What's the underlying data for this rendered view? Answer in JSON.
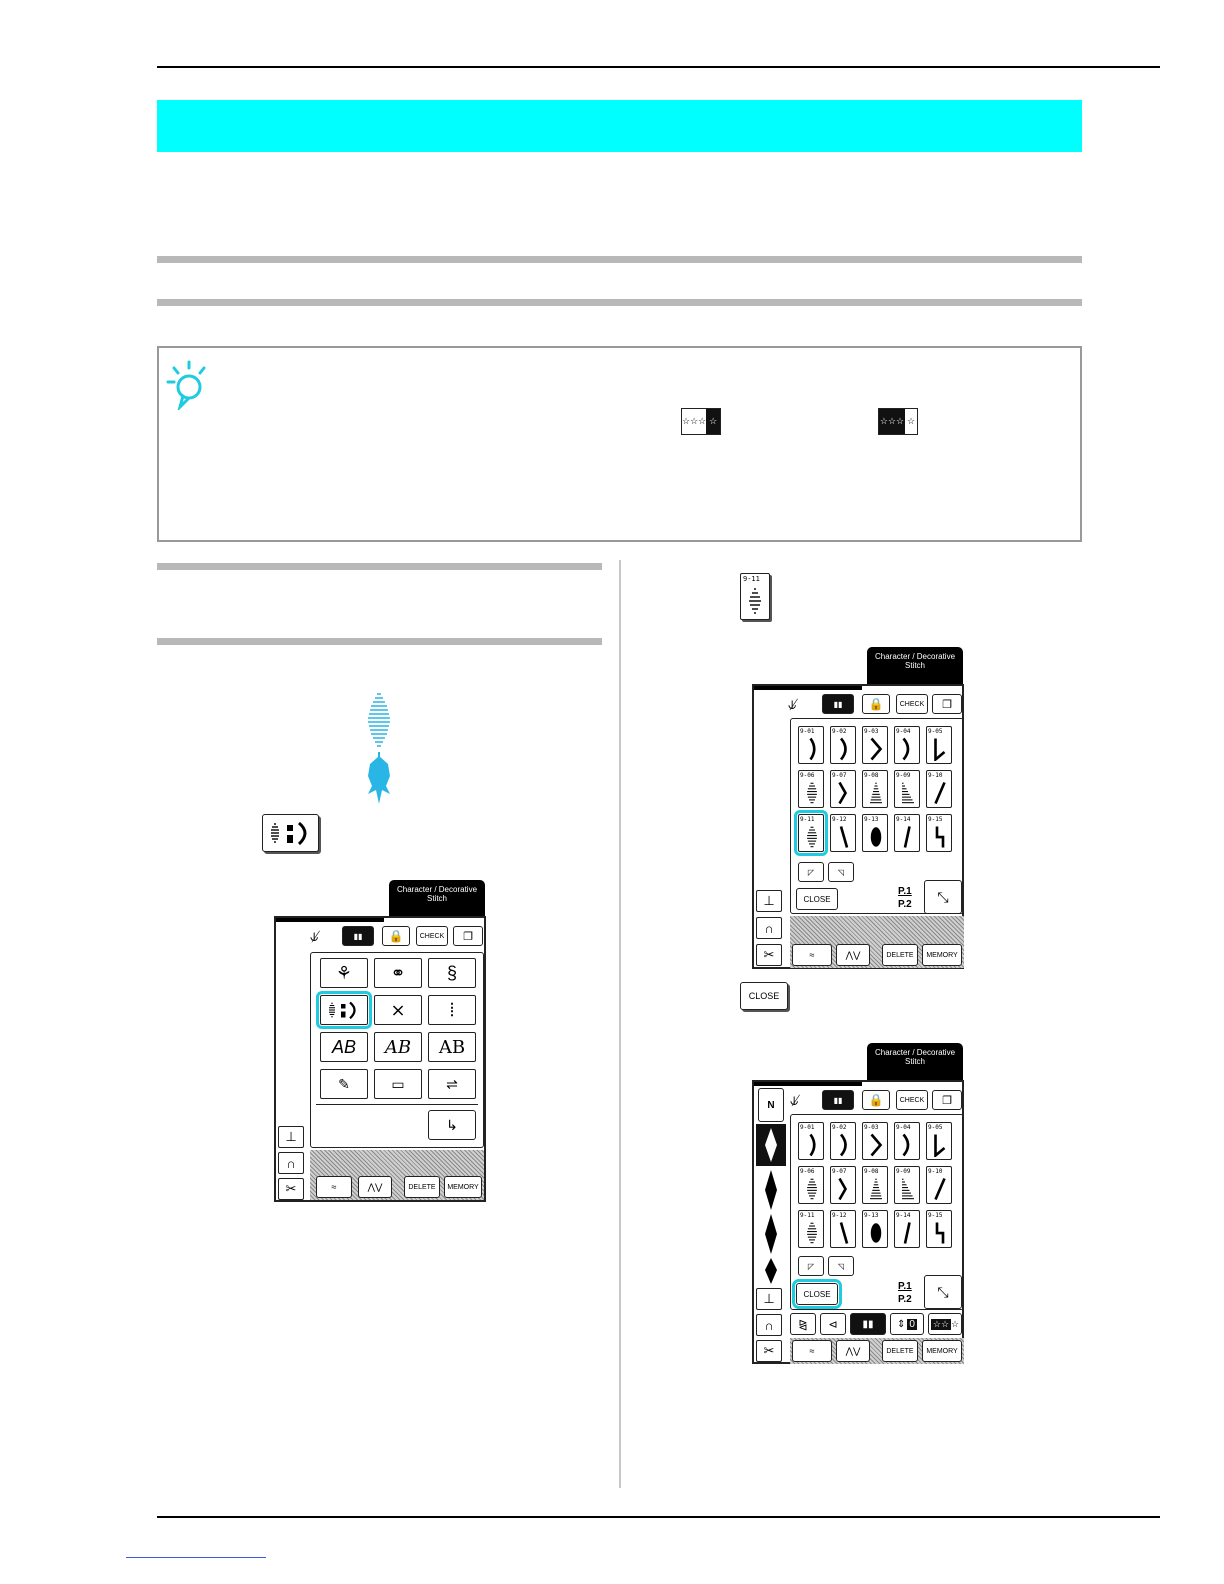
{
  "screen_left": {
    "tab_label": "Character / Decorative Stitch",
    "check_label": "CHECK",
    "delete_label": "DELETE",
    "memory_label": "MEMORY"
  },
  "screen_right_top": {
    "tab_label": "Character / Decorative Stitch",
    "check_label": "CHECK",
    "close_label": "CLOSE",
    "page_indicator_top": "P.1",
    "page_indicator_bottom": "P.2",
    "delete_label": "DELETE",
    "memory_label": "MEMORY",
    "patterns": [
      "9-01",
      "9-02",
      "9-03",
      "9-04",
      "9-05",
      "9-06",
      "9-07",
      "9-08",
      "9-09",
      "9-10",
      "9-11",
      "9-12",
      "9-13",
      "9-14",
      "9-15"
    ]
  },
  "screen_right_bottom": {
    "tab_label": "Character / Decorative Stitch",
    "check_label": "CHECK",
    "close_label": "CLOSE",
    "page_indicator_top": "P.1",
    "page_indicator_bottom": "P.2",
    "delete_label": "DELETE",
    "memory_label": "MEMORY",
    "counter_value": "0",
    "patterns": [
      "9-01",
      "9-02",
      "9-03",
      "9-04",
      "9-05",
      "9-06",
      "9-07",
      "9-08",
      "9-09",
      "9-10",
      "9-11",
      "9-12",
      "9-13",
      "9-14",
      "9-15"
    ]
  },
  "inline_key_label": "9-11",
  "inline_close_label": "CLOSE",
  "colors": {
    "accent": "#00ffff",
    "highlight": "#1ecbe1",
    "gray_band": "#b8b8b8"
  }
}
